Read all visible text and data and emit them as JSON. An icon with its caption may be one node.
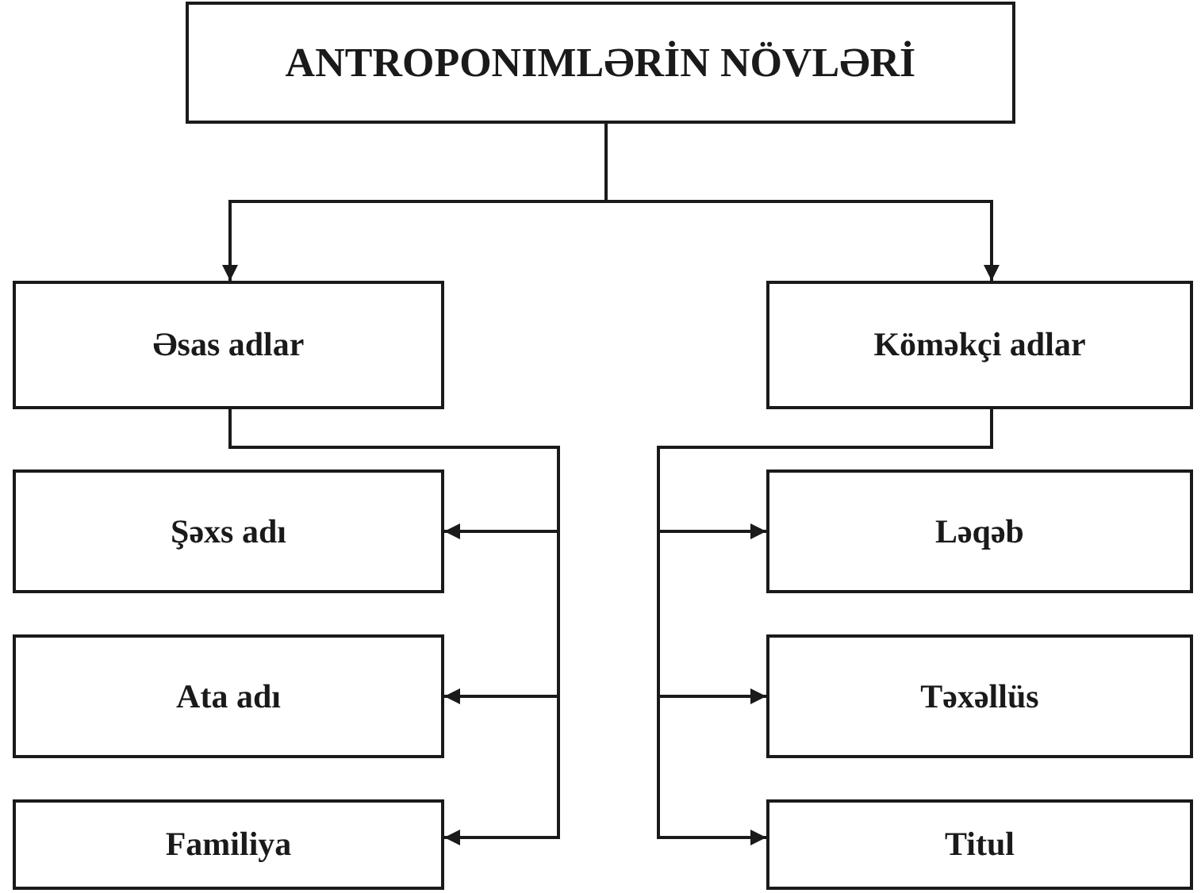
{
  "diagram": {
    "nodes": [
      {
        "text": [
          "ANTROPONIMLƏRİN NÖVLƏRİ"
        ]
      },
      {
        "text": [
          "Əsas adlar"
        ]
      },
      {
        "text": [
          "Köməkçi adlar"
        ]
      },
      {
        "text": [
          "Şəxs adı"
        ]
      },
      {
        "text": [
          "Ata adı"
        ]
      },
      {
        "text": [
          "Familiya"
        ]
      },
      {
        "text": [
          "Ləqəb"
        ]
      },
      {
        "text": [
          "Təxəllüs"
        ]
      },
      {
        "text": [
          "Titul"
        ]
      }
    ],
    "edges": [
      {
        "from": 0,
        "to": 1,
        "arrow": "to"
      },
      {
        "from": 0,
        "to": 2,
        "arrow": "to"
      },
      {
        "from": 1,
        "to": 3,
        "arrow": "to"
      },
      {
        "from": 1,
        "to": 4,
        "arrow": "to"
      },
      {
        "from": 1,
        "to": 5,
        "arrow": "to"
      },
      {
        "from": 2,
        "to": 6,
        "arrow": "to"
      },
      {
        "from": 2,
        "to": 7,
        "arrow": "to"
      },
      {
        "from": 2,
        "to": 8,
        "arrow": "to"
      }
    ]
  }
}
